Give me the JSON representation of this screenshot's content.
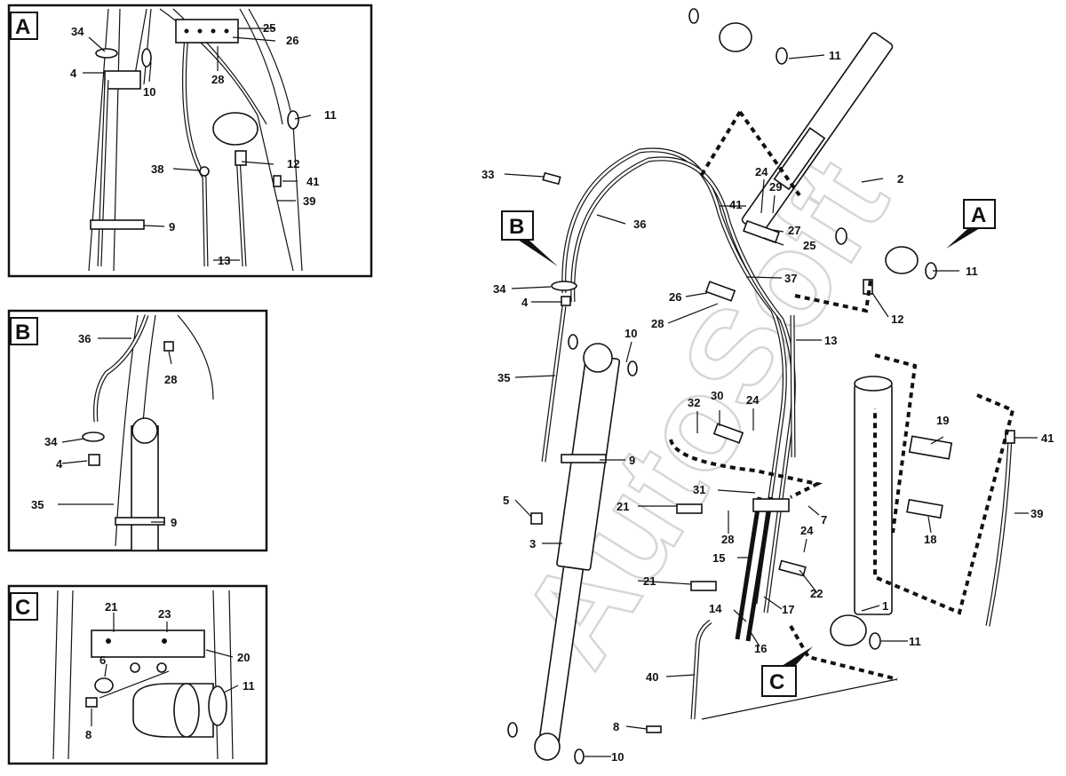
{
  "watermark": "AutoSoft",
  "insets": {
    "A": {
      "tag": "A",
      "labels": {
        "l34": "34",
        "l4": "4",
        "l10": "10",
        "l25": "25",
        "l26": "26",
        "l28": "28",
        "l11": "11",
        "l38": "38",
        "l12": "12",
        "l41": "41",
        "l39": "39",
        "l9": "9",
        "l13": "13"
      }
    },
    "B": {
      "tag": "B",
      "labels": {
        "l36": "36",
        "l28": "28",
        "l34": "34",
        "l4": "4",
        "l35": "35",
        "l9": "9"
      }
    },
    "C": {
      "tag": "C",
      "labels": {
        "l21": "21",
        "l23": "23",
        "l6": "6",
        "l20": "20",
        "l11": "11",
        "l8": "8"
      }
    }
  },
  "main": {
    "tags": {
      "A": "A",
      "B": "B",
      "C": "C"
    },
    "labels": {
      "l11a": "11",
      "l2": "2",
      "l24a": "24",
      "l29": "29",
      "l41a": "41",
      "l27": "27",
      "l25": "25",
      "l11b": "11",
      "l12": "12",
      "l33": "33",
      "l36": "36",
      "l37": "37",
      "l26": "26",
      "l28a": "28",
      "l34": "34",
      "l4": "4",
      "l10a": "10",
      "l13": "13",
      "l35": "35",
      "l32": "32",
      "l30": "30",
      "l24b": "24",
      "l9": "9",
      "l19": "19",
      "l41b": "41",
      "l5": "5",
      "l31": "31",
      "l21a": "21",
      "l7": "7",
      "l39": "39",
      "l28b": "28",
      "l24c": "24",
      "l18": "18",
      "l3": "3",
      "l15": "15",
      "l21b": "21",
      "l22": "22",
      "l1": "1",
      "l14": "14",
      "l17": "17",
      "l16": "16",
      "l11c": "11",
      "l40": "40",
      "l8": "8",
      "l10b": "10"
    }
  }
}
